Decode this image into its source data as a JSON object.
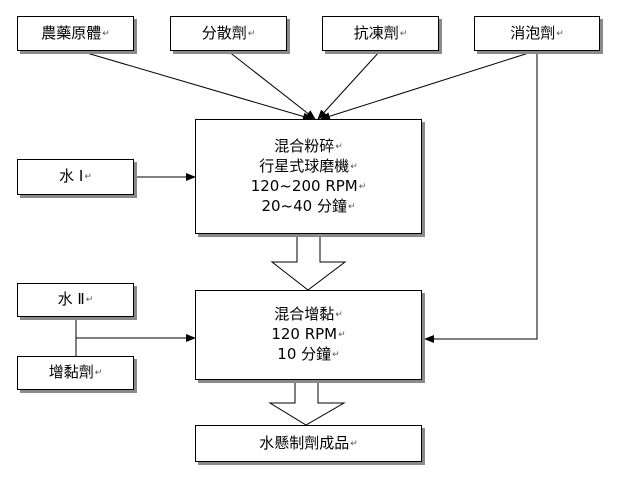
{
  "inputs": {
    "pesticide": "農藥原體",
    "dispersant": "分散劑",
    "antifreeze": "抗凍劑",
    "defoamer": "消泡劑",
    "water1": "水 I",
    "water2": "水 Ⅱ",
    "thickener": "增黏劑"
  },
  "steps": {
    "mix_grind": {
      "line1": "混合粉碎",
      "line2": "行星式球磨機",
      "line3": "120~200 RPM",
      "line4": "20~40 分鐘"
    },
    "mix_thicken": {
      "line1": "混合增黏",
      "line2": "120 RPM",
      "line3": "10 分鐘"
    },
    "product": "水懸制劑成品"
  },
  "paragraph_mark": "↵",
  "colors": {
    "line": "#000000",
    "box_shadow": "#8a8a8a",
    "background": "#ffffff"
  }
}
